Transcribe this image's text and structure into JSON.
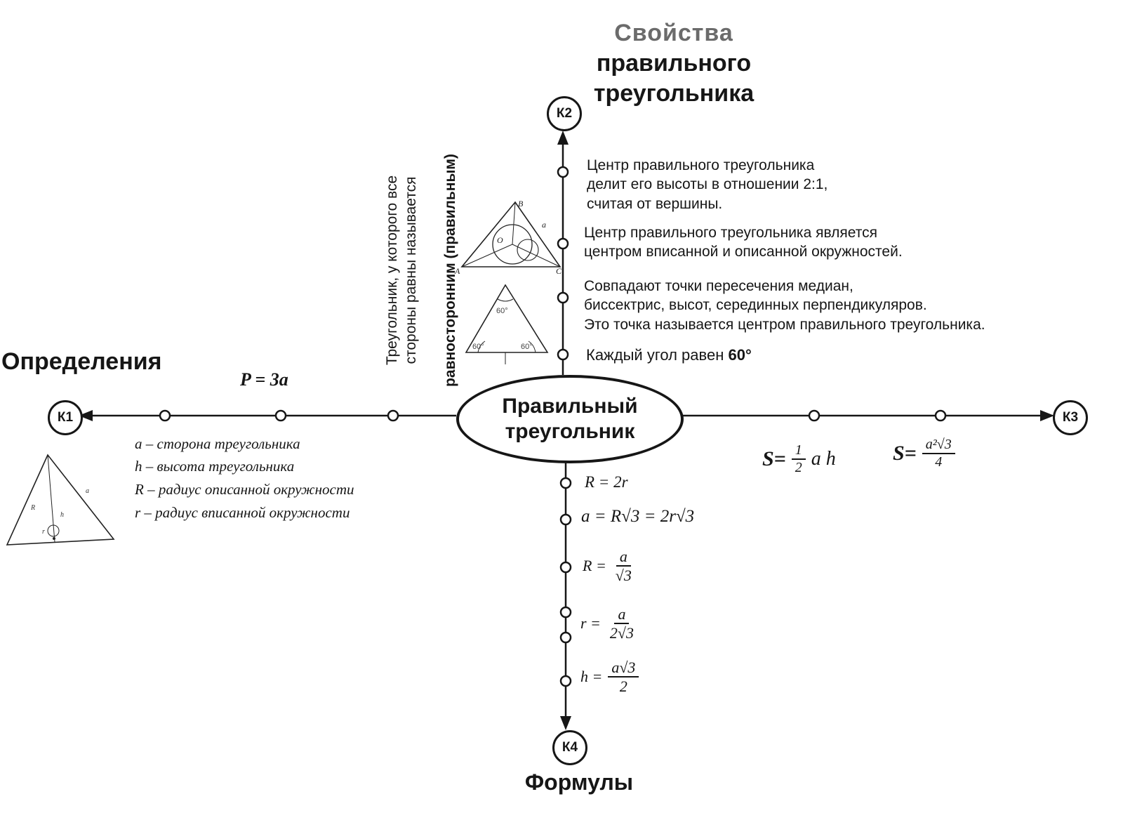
{
  "titles": {
    "top1": "Свойства",
    "top2": "правильного",
    "top3": "треугольника",
    "left": "Определения",
    "bottom": "Формулы"
  },
  "center": {
    "label": "Правильный\nтреугольник"
  },
  "nodes": {
    "k1": "К1",
    "k2": "К2",
    "k3": "К3",
    "k4": "К4"
  },
  "properties": {
    "p1": "Центр правильного треугольника\nделит его высоты в отношении 2:1,\nсчитая от вершины.",
    "p2": "Центр правильного треугольника является\nцентром вписанной и описанной окружностей.",
    "p3": "Совпадают точки пересечения медиан,\nбиссектрис, высот, серединных перпендикуляров.\nЭто точка называется центром правильного треугольника.",
    "p4_text": "Каждый угол равен",
    "p4_value": "60°"
  },
  "rotated": {
    "normal": "Треугольник, у которого все\nстороны  равны называется",
    "bold": "равносторонним (правильным)"
  },
  "left_branch": {
    "perimeter": "P = 3a",
    "items": [
      "a – сторона треугольника",
      "h – высота треугольника",
      "R – радиус описанной окружности",
      "r – радиус вписанной окружности"
    ]
  },
  "right_branch": {
    "area1": {
      "lead": "S=",
      "num": "1",
      "den": "2",
      "tail": "a h"
    },
    "area2": {
      "lead": "S=",
      "num": "a²√3",
      "den": "4"
    }
  },
  "bottom_branch": {
    "f1": "R = 2r",
    "f2": "a = R√3 = 2r√3",
    "f3": {
      "lead": "R =",
      "num": "a",
      "den": "√3"
    },
    "f4": {
      "lead": "r =",
      "num": "a",
      "den": "2√3"
    },
    "f5": {
      "lead": "h =",
      "num": "a√3",
      "den": "2"
    }
  },
  "sketches": {
    "inscribed": {
      "vertex_top": "B",
      "vertex_left": "A",
      "vertex_right": "C",
      "center": "O",
      "side": "a"
    },
    "angles": {
      "top": "60°",
      "left": "60°",
      "right": "60°"
    },
    "definition": {
      "side": "a",
      "height": "h",
      "radius_circumscribed": "R",
      "radius_inscribed": "r"
    }
  }
}
